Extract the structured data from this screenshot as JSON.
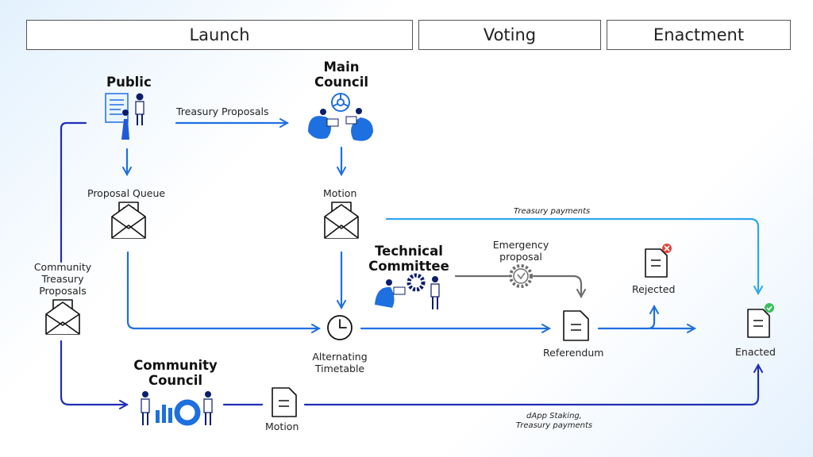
{
  "phases": {
    "launch": "Launch",
    "voting": "Voting",
    "enactment": "Enactment"
  },
  "nodes": {
    "public": "Public",
    "main_council": [
      "Main",
      "Council"
    ],
    "proposal_queue": "Proposal Queue",
    "motion": "Motion",
    "technical_committee": [
      "Technical",
      "Committee"
    ],
    "emergency_proposal": [
      "Emergency",
      "proposal"
    ],
    "rejected": "Rejected",
    "enacted": "Enacted",
    "referendum": "Referendum",
    "alternating_timetable": [
      "Alternating",
      "Timetable"
    ],
    "community_council": [
      "Community",
      "Council"
    ],
    "community_treasury_proposals": [
      "Community",
      "Treasury",
      "Proposals"
    ],
    "council_motion": "Motion"
  },
  "edges": {
    "treasury_proposals": "Treasury Proposals",
    "treasury_payments": "Treasury payments",
    "dapp_staking": [
      "dApp Staking,",
      "Treasury payments"
    ]
  },
  "colors": {
    "dark_blue": "#1f2fb4",
    "mid_blue": "#1e6fe0",
    "light_blue": "#2ea7ec",
    "gray": "#6d6d6d"
  }
}
